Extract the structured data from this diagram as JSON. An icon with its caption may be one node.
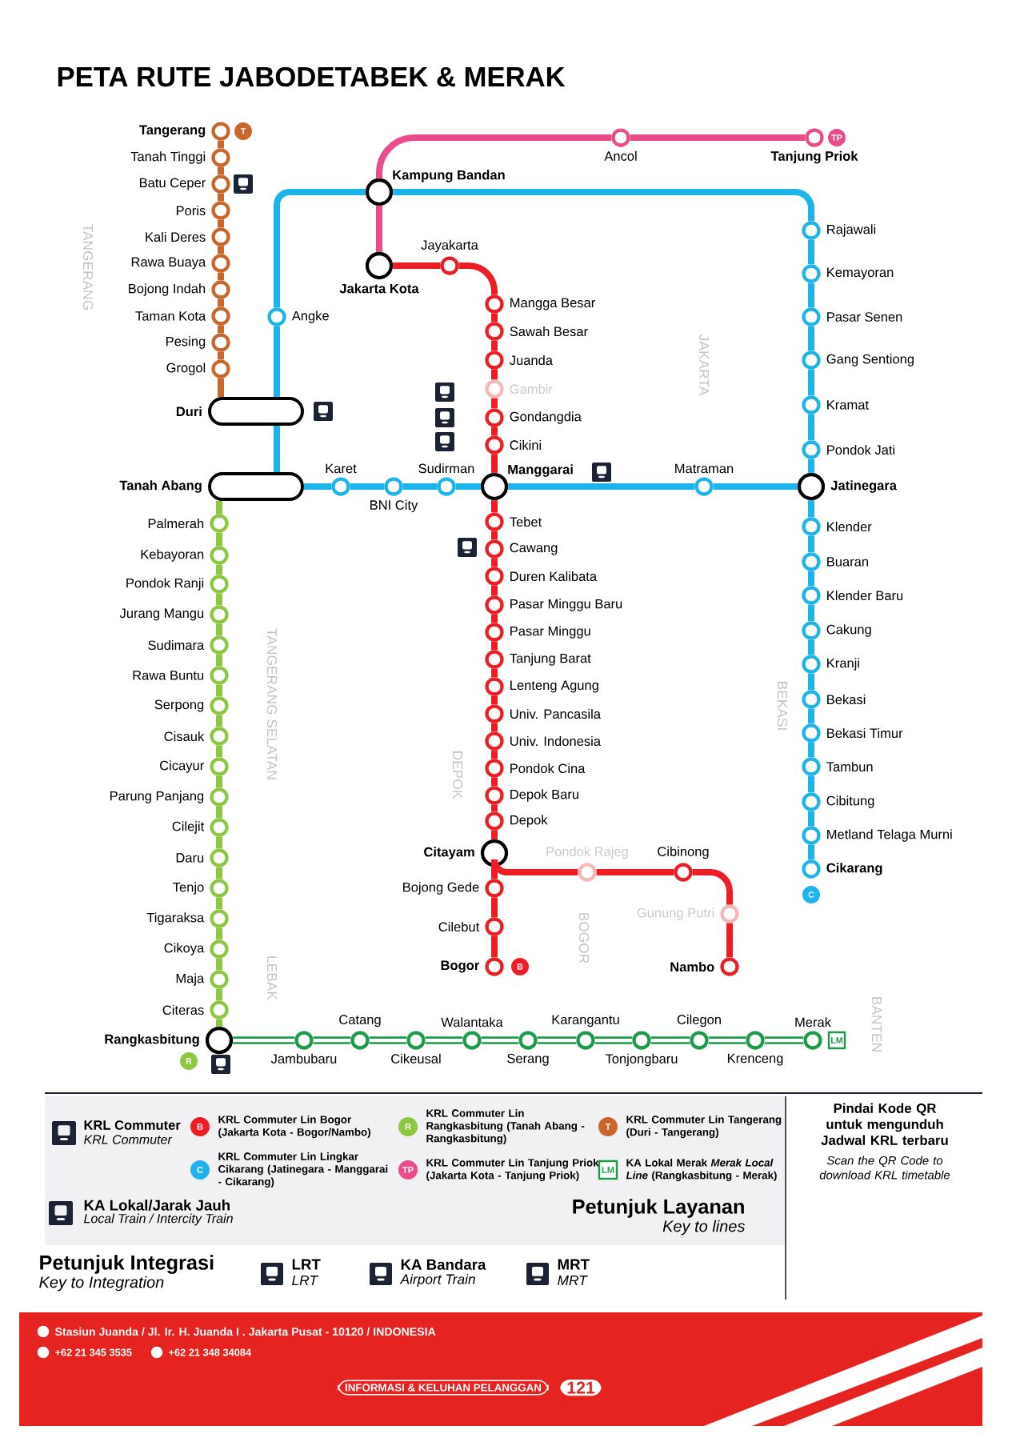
{
  "diagram": {
    "title": "PETA RUTE JABODETABEK & MERAK",
    "nodes": [
      {
        "text": [
          "Tangerang"
        ],
        "beside": [
          "T"
        ]
      },
      {
        "text": [
          "Tanah Tinggi"
        ]
      },
      {
        "text": [
          "Batu Ceper"
        ]
      },
      {
        "text": [
          "Poris"
        ]
      },
      {
        "text": [
          "Kali Deres"
        ]
      },
      {
        "text": [
          "Rawa Buaya"
        ]
      },
      {
        "text": [
          "Bojong Indah"
        ]
      },
      {
        "text": [
          "Taman Kota"
        ]
      },
      {
        "text": [
          "Pesing"
        ]
      },
      {
        "text": [
          "Grogol"
        ]
      },
      {
        "text": [
          "Duri"
        ]
      },
      {
        "text": [
          "Tanah Abang"
        ]
      },
      {
        "text": [
          "Palmerah"
        ]
      },
      {
        "text": [
          "Kebayoran"
        ]
      },
      {
        "text": [
          "Pondok Ranji"
        ]
      },
      {
        "text": [
          "Jurang Mangu"
        ]
      },
      {
        "text": [
          "Sudimara"
        ]
      },
      {
        "text": [
          "Rawa Buntu"
        ]
      },
      {
        "text": [
          "Serpong"
        ]
      },
      {
        "text": [
          "Cisauk"
        ]
      },
      {
        "text": [
          "Cicayur"
        ]
      },
      {
        "text": [
          "Parung Panjang"
        ]
      },
      {
        "text": [
          "Cilejit"
        ]
      },
      {
        "text": [
          "Daru"
        ]
      },
      {
        "text": [
          "Tenjo"
        ]
      },
      {
        "text": [
          "Tigaraksa"
        ]
      },
      {
        "text": [
          "Cikoya"
        ]
      },
      {
        "text": [
          "Maja"
        ]
      },
      {
        "text": [
          "Citeras"
        ]
      },
      {
        "text": [
          "Rangkasbitung"
        ],
        "beside": [
          "R"
        ]
      },
      {
        "text": [
          "Jambubaru"
        ]
      },
      {
        "text": [
          "Catang"
        ]
      },
      {
        "text": [
          "Cikeusal"
        ]
      },
      {
        "text": [
          "Walantaka"
        ]
      },
      {
        "text": [
          "Serang"
        ]
      },
      {
        "text": [
          "Karangantu"
        ]
      },
      {
        "text": [
          "Tonjongbaru"
        ]
      },
      {
        "text": [
          "Cilegon"
        ]
      },
      {
        "text": [
          "Krenceng"
        ]
      },
      {
        "text": [
          "Merak"
        ],
        "beside": [
          "LM"
        ]
      },
      {
        "text": [
          "Angke"
        ]
      },
      {
        "text": [
          "Kampung Bandan"
        ]
      },
      {
        "text": [
          "Ancol"
        ]
      },
      {
        "text": [
          "Tanjung Priok"
        ],
        "beside": [
          "TP"
        ]
      },
      {
        "text": [
          "Jakarta Kota"
        ]
      },
      {
        "text": [
          "Jayakarta"
        ]
      },
      {
        "text": [
          "Mangga Besar"
        ]
      },
      {
        "text": [
          "Sawah Besar"
        ]
      },
      {
        "text": [
          "Juanda"
        ]
      },
      {
        "text": [
          "Gambir"
        ]
      },
      {
        "text": [
          "Gondangdia"
        ]
      },
      {
        "text": [
          "Cikini"
        ]
      },
      {
        "text": [
          "Manggarai"
        ]
      },
      {
        "text": [
          "Tebet"
        ]
      },
      {
        "text": [
          "Cawang"
        ]
      },
      {
        "text": [
          "Duren Kalibata"
        ]
      },
      {
        "text": [
          "Pasar Minggu Baru"
        ]
      },
      {
        "text": [
          "Pasar Minggu"
        ]
      },
      {
        "text": [
          "Tanjung Barat"
        ]
      },
      {
        "text": [
          "Lenteng Agung"
        ]
      },
      {
        "text": [
          "Univ. Pancasila"
        ]
      },
      {
        "text": [
          "Univ. Indonesia"
        ]
      },
      {
        "text": [
          "Pondok Cina"
        ]
      },
      {
        "text": [
          "Depok Baru"
        ]
      },
      {
        "text": [
          "Depok"
        ]
      },
      {
        "text": [
          "Citayam"
        ]
      },
      {
        "text": [
          "Bojong Gede"
        ]
      },
      {
        "text": [
          "Cilebut"
        ]
      },
      {
        "text": [
          "Bogor"
        ],
        "beside": [
          "B"
        ]
      },
      {
        "text": [
          "Pondok Rajeg"
        ]
      },
      {
        "text": [
          "Cibinong"
        ]
      },
      {
        "text": [
          "Gunung Putri"
        ]
      },
      {
        "text": [
          "Nambo"
        ]
      },
      {
        "text": [
          "Karet"
        ]
      },
      {
        "text": [
          "BNI City"
        ]
      },
      {
        "text": [
          "Sudirman"
        ]
      },
      {
        "text": [
          "Matraman"
        ]
      },
      {
        "text": [
          "Rajawali"
        ]
      },
      {
        "text": [
          "Kemayoran"
        ]
      },
      {
        "text": [
          "Pasar Senen"
        ]
      },
      {
        "text": [
          "Gang Sentiong"
        ]
      },
      {
        "text": [
          "Kramat"
        ]
      },
      {
        "text": [
          "Pondok Jati"
        ]
      },
      {
        "text": [
          "Jatinegara"
        ]
      },
      {
        "text": [
          "Klender"
        ]
      },
      {
        "text": [
          "Buaran"
        ]
      },
      {
        "text": [
          "Klender Baru"
        ]
      },
      {
        "text": [
          "Cakung"
        ]
      },
      {
        "text": [
          "Kranji"
        ]
      },
      {
        "text": [
          "Bekasi"
        ]
      },
      {
        "text": [
          "Bekasi Timur"
        ]
      },
      {
        "text": [
          "Tambun"
        ]
      },
      {
        "text": [
          "Cibitung"
        ]
      },
      {
        "text": [
          "Metland Telaga Murni"
        ]
      },
      {
        "text": [
          "Cikarang"
        ],
        "beside": [
          "C"
        ]
      }
    ],
    "edges": [
      {
        "from": 0,
        "to": 1,
        "arrow": "none",
        "color": "#c8662c"
      },
      {
        "from": 1,
        "to": 2,
        "arrow": "none",
        "color": "#c8662c"
      },
      {
        "from": 2,
        "to": 3,
        "arrow": "none",
        "color": "#c8662c"
      },
      {
        "from": 3,
        "to": 4,
        "arrow": "none",
        "color": "#c8662c"
      },
      {
        "from": 4,
        "to": 5,
        "arrow": "none",
        "color": "#c8662c"
      },
      {
        "from": 5,
        "to": 6,
        "arrow": "none",
        "color": "#c8662c"
      },
      {
        "from": 6,
        "to": 7,
        "arrow": "none",
        "color": "#c8662c"
      },
      {
        "from": 7,
        "to": 8,
        "arrow": "none",
        "color": "#c8662c"
      },
      {
        "from": 8,
        "to": 9,
        "arrow": "none",
        "color": "#c8662c"
      },
      {
        "from": 9,
        "to": 10,
        "arrow": "none",
        "color": "#c8662c"
      },
      {
        "from": 11,
        "to": 12,
        "arrow": "none",
        "color": "#8dc63f"
      },
      {
        "from": 12,
        "to": 13,
        "arrow": "none",
        "color": "#8dc63f"
      },
      {
        "from": 13,
        "to": 14,
        "arrow": "none",
        "color": "#8dc63f"
      },
      {
        "from": 14,
        "to": 15,
        "arrow": "none",
        "color": "#8dc63f"
      },
      {
        "from": 15,
        "to": 16,
        "arrow": "none",
        "color": "#8dc63f"
      },
      {
        "from": 16,
        "to": 17,
        "arrow": "none",
        "color": "#8dc63f"
      },
      {
        "from": 17,
        "to": 18,
        "arrow": "none",
        "color": "#8dc63f"
      },
      {
        "from": 18,
        "to": 19,
        "arrow": "none",
        "color": "#8dc63f"
      },
      {
        "from": 19,
        "to": 20,
        "arrow": "none",
        "color": "#8dc63f"
      },
      {
        "from": 20,
        "to": 21,
        "arrow": "none",
        "color": "#8dc63f"
      },
      {
        "from": 21,
        "to": 22,
        "arrow": "none",
        "color": "#8dc63f"
      },
      {
        "from": 22,
        "to": 23,
        "arrow": "none",
        "color": "#8dc63f"
      },
      {
        "from": 23,
        "to": 24,
        "arrow": "none",
        "color": "#8dc63f"
      },
      {
        "from": 24,
        "to": 25,
        "arrow": "none",
        "color": "#8dc63f"
      },
      {
        "from": 25,
        "to": 26,
        "arrow": "none",
        "color": "#8dc63f"
      },
      {
        "from": 26,
        "to": 27,
        "arrow": "none",
        "color": "#8dc63f"
      },
      {
        "from": 27,
        "to": 28,
        "arrow": "none",
        "color": "#8dc63f"
      },
      {
        "from": 28,
        "to": 29,
        "arrow": "none",
        "color": "#8dc63f"
      },
      {
        "from": 29,
        "to": 30,
        "arrow": "none",
        "color": "#1e9b4a"
      },
      {
        "from": 30,
        "to": 31,
        "arrow": "none",
        "color": "#1e9b4a"
      },
      {
        "from": 31,
        "to": 32,
        "arrow": "none",
        "color": "#1e9b4a"
      },
      {
        "from": 32,
        "to": 33,
        "arrow": "none",
        "color": "#1e9b4a"
      },
      {
        "from": 33,
        "to": 34,
        "arrow": "none",
        "color": "#1e9b4a"
      },
      {
        "from": 34,
        "to": 35,
        "arrow": "none",
        "color": "#1e9b4a"
      },
      {
        "from": 35,
        "to": 36,
        "arrow": "none",
        "color": "#1e9b4a"
      },
      {
        "from": 36,
        "to": 37,
        "arrow": "none",
        "color": "#1e9b4a"
      },
      {
        "from": 37,
        "to": 38,
        "arrow": "none",
        "color": "#1e9b4a"
      },
      {
        "from": 38,
        "to": 39,
        "arrow": "none",
        "color": "#1e9b4a"
      },
      {
        "from": 41,
        "to": 40,
        "arrow": "none",
        "color": "#1cb4ea"
      },
      {
        "from": 40,
        "to": 10,
        "arrow": "none",
        "color": "#1cb4ea"
      },
      {
        "from": 10,
        "to": 11,
        "arrow": "none",
        "color": "#1cb4ea"
      },
      {
        "from": 11,
        "to": 73,
        "arrow": "none",
        "color": "#1cb4ea"
      },
      {
        "from": 73,
        "to": 74,
        "arrow": "none",
        "color": "#1cb4ea"
      },
      {
        "from": 74,
        "to": 75,
        "arrow": "none",
        "color": "#1cb4ea"
      },
      {
        "from": 75,
        "to": 52,
        "arrow": "none",
        "color": "#1cb4ea"
      },
      {
        "from": 52,
        "to": 76,
        "arrow": "none",
        "color": "#1cb4ea"
      },
      {
        "from": 76,
        "to": 83,
        "arrow": "none",
        "color": "#1cb4ea"
      },
      {
        "from": 41,
        "to": 77,
        "arrow": "none",
        "color": "#1cb4ea"
      },
      {
        "from": 77,
        "to": 78,
        "arrow": "none",
        "color": "#1cb4ea"
      },
      {
        "from": 78,
        "to": 79,
        "arrow": "none",
        "color": "#1cb4ea"
      },
      {
        "from": 79,
        "to": 80,
        "arrow": "none",
        "color": "#1cb4ea"
      },
      {
        "from": 80,
        "to": 81,
        "arrow": "none",
        "color": "#1cb4ea"
      },
      {
        "from": 81,
        "to": 82,
        "arrow": "none",
        "color": "#1cb4ea"
      },
      {
        "from": 82,
        "to": 83,
        "arrow": "none",
        "color": "#1cb4ea"
      },
      {
        "from": 83,
        "to": 84,
        "arrow": "none",
        "color": "#1cb4ea"
      },
      {
        "from": 84,
        "to": 85,
        "arrow": "none",
        "color": "#1cb4ea"
      },
      {
        "from": 85,
        "to": 86,
        "arrow": "none",
        "color": "#1cb4ea"
      },
      {
        "from": 86,
        "to": 87,
        "arrow": "none",
        "color": "#1cb4ea"
      },
      {
        "from": 87,
        "to": 88,
        "arrow": "none",
        "color": "#1cb4ea"
      },
      {
        "from": 88,
        "to": 89,
        "arrow": "none",
        "color": "#1cb4ea"
      },
      {
        "from": 89,
        "to": 90,
        "arrow": "none",
        "color": "#1cb4ea"
      },
      {
        "from": 90,
        "to": 91,
        "arrow": "none",
        "color": "#1cb4ea"
      },
      {
        "from": 91,
        "to": 92,
        "arrow": "none",
        "color": "#1cb4ea"
      },
      {
        "from": 92,
        "to": 93,
        "arrow": "none",
        "color": "#1cb4ea"
      },
      {
        "from": 93,
        "to": 94,
        "arrow": "none",
        "color": "#1cb4ea"
      },
      {
        "from": 44,
        "to": 41,
        "arrow": "none",
        "color": "#ea4b8b"
      },
      {
        "from": 41,
        "to": 42,
        "arrow": "none",
        "color": "#ea4b8b"
      },
      {
        "from": 42,
        "to": 43,
        "arrow": "none",
        "color": "#ea4b8b"
      },
      {
        "from": 44,
        "to": 45,
        "arrow": "none",
        "color": "#ec1d25"
      },
      {
        "from": 45,
        "to": 46,
        "arrow": "none",
        "color": "#ec1d25"
      },
      {
        "from": 46,
        "to": 47,
        "arrow": "none",
        "color": "#ec1d25"
      },
      {
        "from": 47,
        "to": 48,
        "arrow": "none",
        "color": "#ec1d25"
      },
      {
        "from": 48,
        "to": 49,
        "arrow": "none",
        "color": "#ec1d25"
      },
      {
        "from": 49,
        "to": 50,
        "arrow": "none",
        "color": "#ec1d25"
      },
      {
        "from": 50,
        "to": 51,
        "arrow": "none",
        "color": "#ec1d25"
      },
      {
        "from": 51,
        "to": 52,
        "arrow": "none",
        "color": "#ec1d25"
      },
      {
        "from": 52,
        "to": 53,
        "arrow": "none",
        "color": "#ec1d25"
      },
      {
        "from": 53,
        "to": 54,
        "arrow": "none",
        "color": "#ec1d25"
      },
      {
        "from": 54,
        "to": 55,
        "arrow": "none",
        "color": "#ec1d25"
      },
      {
        "from": 55,
        "to": 56,
        "arrow": "none",
        "color": "#ec1d25"
      },
      {
        "from": 56,
        "to": 57,
        "arrow": "none",
        "color": "#ec1d25"
      },
      {
        "from": 57,
        "to": 58,
        "arrow": "none",
        "color": "#ec1d25"
      },
      {
        "from": 58,
        "to": 59,
        "arrow": "none",
        "color": "#ec1d25"
      },
      {
        "from": 59,
        "to": 60,
        "arrow": "none",
        "color": "#ec1d25"
      },
      {
        "from": 60,
        "to": 61,
        "arrow": "none",
        "color": "#ec1d25"
      },
      {
        "from": 61,
        "to": 62,
        "arrow": "none",
        "color": "#ec1d25"
      },
      {
        "from": 62,
        "to": 63,
        "arrow": "none",
        "color": "#ec1d25"
      },
      {
        "from": 63,
        "to": 64,
        "arrow": "none",
        "color": "#ec1d25"
      },
      {
        "from": 64,
        "to": 65,
        "arrow": "none",
        "color": "#ec1d25"
      },
      {
        "from": 65,
        "to": 66,
        "arrow": "none",
        "color": "#ec1d25"
      },
      {
        "from": 66,
        "to": 67,
        "arrow": "none",
        "color": "#ec1d25"
      },
      {
        "from": 67,
        "to": 68,
        "arrow": "none",
        "color": "#ec1d25"
      },
      {
        "from": 65,
        "to": 69,
        "arrow": "none",
        "color": "#ec1d25"
      },
      {
        "from": 69,
        "to": 70,
        "arrow": "none",
        "color": "#ec1d25"
      },
      {
        "from": 70,
        "to": 71,
        "arrow": "none",
        "color": "#ec1d25"
      },
      {
        "from": 71,
        "to": 72,
        "arrow": "none",
        "color": "#ec1d25"
      }
    ],
    "labels": [
      "TANGERANG",
      "JAKARTA",
      "TANGERANG SELATAN",
      "DEPOK",
      "BEKASI",
      "BOGOR",
      "LEBAK",
      "BANTEN",
      "KRL Commuter",
      "KRL Commuter",
      "B",
      "R",
      "T",
      "C",
      "TP",
      "LM",
      "KA Lokal/Jarak Jauh",
      "Local Train / Intercity Train",
      "Petunjuk Layanan",
      "Key to lines",
      "Pindai Kode QR untuk mengunduh Jadwal KRL terbaru",
      "Scan the QR Code to download KRL timetable",
      "Petunjuk Integrasi",
      "Key to Integration",
      "LRT",
      "LRT",
      "KA Bandara",
      "Airport Train",
      "MRT",
      "MRT",
      "Stasiun Juanda / Jl. Ir. H. Juanda I . Jakarta Pusat - 10120 / INDONESIA",
      "+62 21 345 3535",
      "+62 21 348 34084",
      "INFORMASI & KELUHAN PELANGGAN",
      "121"
    ],
    "legend": [
      {
        "text": "KRL Commuter Lin Bogor (Jakarta Kota - Bogor/Nambo)",
        "color": "#ec1d25"
      },
      {
        "text": "KRL Commuter Lin Rangkasbitung (Tanah Abang - Rangkasbitung)",
        "color": "#8dc63f"
      },
      {
        "text": "KRL Commuter Lin Tangerang (Duri - Tangerang)",
        "color": "#c8662c"
      },
      {
        "text": "KRL Commuter Lin Lingkar Cikarang (Jatinegara - Manggarai - Cikarang)",
        "color": "#1cb4ea"
      },
      {
        "text": "KRL Commuter Lin Tanjung Priok (Jakarta Kota - Tanjung Priok)",
        "color": "#ea4b8b"
      },
      {
        "text": "KA Lokal Merak *Merak Local Line* (Rangkasbitung - Merak)",
        "color": "#1e9b4a"
      }
    ]
  }
}
